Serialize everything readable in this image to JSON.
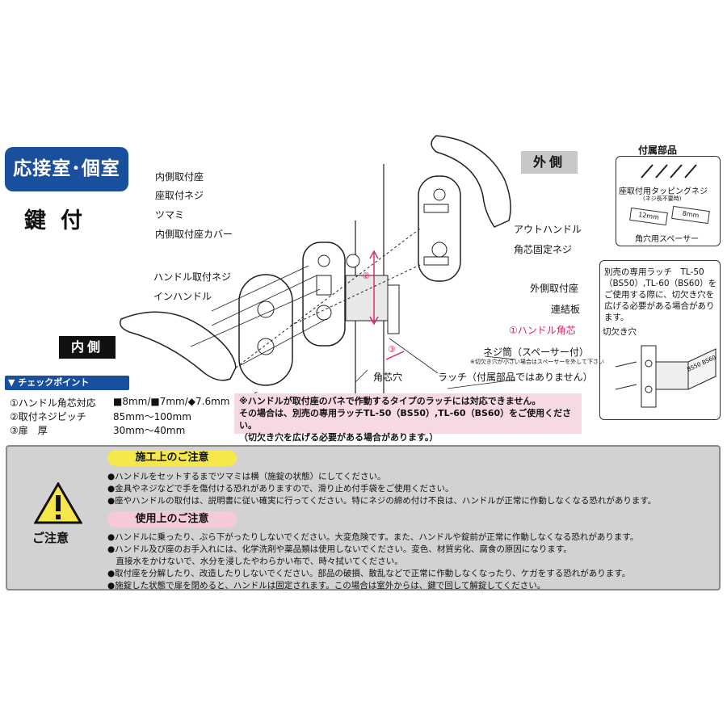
{
  "header": {
    "title": "応接室･個室錠",
    "subtitle": "鍵付",
    "outer_side": "外側",
    "inner_side": "内側"
  },
  "diagram_labels": {
    "inner_mount_seat": "内側取付座",
    "seat_screw": "座取付ネジ",
    "knob": "ツマミ",
    "inner_seat_cover": "内側取付座カバー",
    "handle_screw": "ハンドル取付ネジ",
    "in_handle": "インハンドル",
    "out_handle": "アウトハンドル",
    "spindle_screw": "角芯固定ネジ",
    "outer_mount_seat": "外側取付座",
    "connect_plate": "連結板",
    "handle_spindle": "①ハンドル角芯",
    "screw_tube": "ネジ筒（スペーサー付）",
    "screw_tube_note": "※切欠き穴が小さい場合はスペーサーを外して下さい",
    "spindle_hole": "角芯穴",
    "latch": "ラッチ（付属部品ではありません）",
    "marker2": "②",
    "marker3": "③"
  },
  "accessories": {
    "title": "付属部品",
    "screw_label": "座取付用タッピングネジ",
    "screw_note": "(ネジ長不要時)",
    "spacer_label": "角穴用スペーサー",
    "spacer_text_1": "12mm",
    "spacer_text_2": "8mm"
  },
  "latch_info": {
    "text": "別売の専用ラッチ　TL-50（BS50）,TL-60（BS60）をご使用する際に、切欠き穴を広げる必要がある場合があります。",
    "notch": "切欠き穴",
    "latch_stamp": "BS50 BS60"
  },
  "checkpoints": {
    "title": "▼ チェックポイント",
    "items": [
      {
        "label": "①ハンドル角芯対応",
        "value": "■8mm/■7mm/◆7.6mm"
      },
      {
        "label": "②取付ネジピッチ",
        "value": "85mm〜100mm"
      },
      {
        "label": "③扉　厚",
        "value": "30mm〜40mm"
      }
    ]
  },
  "warning": {
    "line1": "※ハンドルが取付座のバネで作動するタイプのラッチには対応できません。",
    "line2": "その場合は、別売の専用ラッチTL-50（BS50）,TL-60（BS60）をご使用ください。",
    "line3": "（切欠き穴を広げる必要がある場合があります。）"
  },
  "caution": {
    "label": "ご注意",
    "install_title": "施工上のご注意",
    "install_notes": [
      "●ハンドルをセットするまでツマミは横（施錠の状態）にしてください。",
      "●金具やネジなどで手を傷付ける恐れがありますので、滑り止め付手袋をご使用ください。",
      "●座やハンドルの取付は、説明書に従い確実に行ってください。特にネジの締め付け不良は、ハンドルが正常に作動しなくなる恐れがあります。"
    ],
    "use_title": "使用上のご注意",
    "use_notes": [
      "●ハンドルに乗ったり、ぶら下がったりしないでください。大変危険です。また、ハンドルや錠前が正常に作動しなくなる恐れがあります。",
      "●ハンドル及び座のお手入れには、化学洗剤や薬品類は使用しないでください。変色、材質劣化、腐食の原因になります。",
      "　直接水をかけないで、水分を浸したやわらかい布で、時々拭いてください。",
      "●取付座を分解したり、改造したりしないでください。部品の破損、散乱などで正常に作動しなくなったり、ケガをする恐れがあります。",
      "●施錠した状態で扉を閉めると、ハンドルは固定されます。この場合は室外からは、鍵で回して解錠してください。"
    ]
  },
  "colors": {
    "brand_blue": "#1a4f9e",
    "accent_red": "#d9235a",
    "panel_gray": "#d2d2d2",
    "warn_pink": "#f7d9e3",
    "title_yellow": "#f6e84a"
  }
}
